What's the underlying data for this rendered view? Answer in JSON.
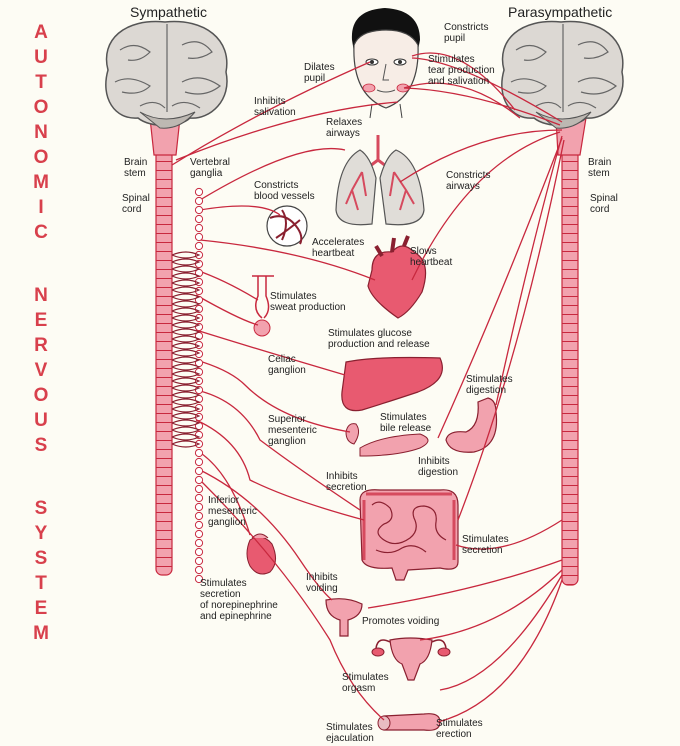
{
  "side_title_letters": [
    "A",
    "U",
    "T",
    "O",
    "N",
    "O",
    "M",
    "I",
    "C",
    "",
    "N",
    "E",
    "R",
    "V",
    "O",
    "U",
    "S",
    "",
    "S",
    "Y",
    "S",
    "T",
    "E",
    "M"
  ],
  "titles": {
    "sympathetic": "Sympathetic",
    "parasympathetic": "Parasympathetic"
  },
  "labels": {
    "constricts_pupil": "Constricts\npupil",
    "dilates_pupil": "Dilates\npupil",
    "stim_tear": "Stimulates\ntear production\nand salivation",
    "inhibits_salivation": "Inhibits\nsalivation",
    "relaxes_airways": "Relaxes\nairways",
    "constricts_airways": "Constricts\nairways",
    "brain_stem_left": "Brain\nstem",
    "brain_stem_right": "Brain\nstem",
    "vertebral_ganglia": "Vertebral\nganglia",
    "spinal_cord_left": "Spinal\ncord",
    "spinal_cord_right": "Spinal\ncord",
    "constricts_vessels": "Constricts\nblood vessels",
    "accelerates_heartbeat": "Accelerates\nheartbeat",
    "slows_heartbeat": "Slows\nheartbeat",
    "stim_sweat": "Stimulates\nsweat production",
    "stim_glucose": "Stimulates glucose\nproduction and release",
    "celiac_ganglion": "Celiac\nganglion",
    "stim_digestion": "Stimulates\ndigestion",
    "stim_bile": "Stimulates\nbile release",
    "superior_mesenteric": "Superior\nmesenteric\nganglion",
    "inhibits_digestion": "Inhibits\ndigestion",
    "inhibits_secretion": "Inhibits\nsecretion",
    "inferior_mesenteric": "Inferior\nmesenteric\nganglion",
    "stim_secretion": "Stimulates\nsecretion",
    "stim_norepi": "Stimulates\nsecretion\nof norepinephrine\nand epinephrine",
    "inhibits_voiding": "Inhibits\nvoiding",
    "promotes_voiding": "Promotes voiding",
    "stim_orgasm": "Stimulates\norgasm",
    "stim_ejaculation": "Stimulates\nejaculation",
    "stim_erection": "Stimulates\nerection"
  },
  "colors": {
    "nerve": "#c8283e",
    "organ": "#f2a2ae",
    "organ_dark": "#d64a5e",
    "brain": "#d9d6d2",
    "side_title": "#d8404c"
  }
}
